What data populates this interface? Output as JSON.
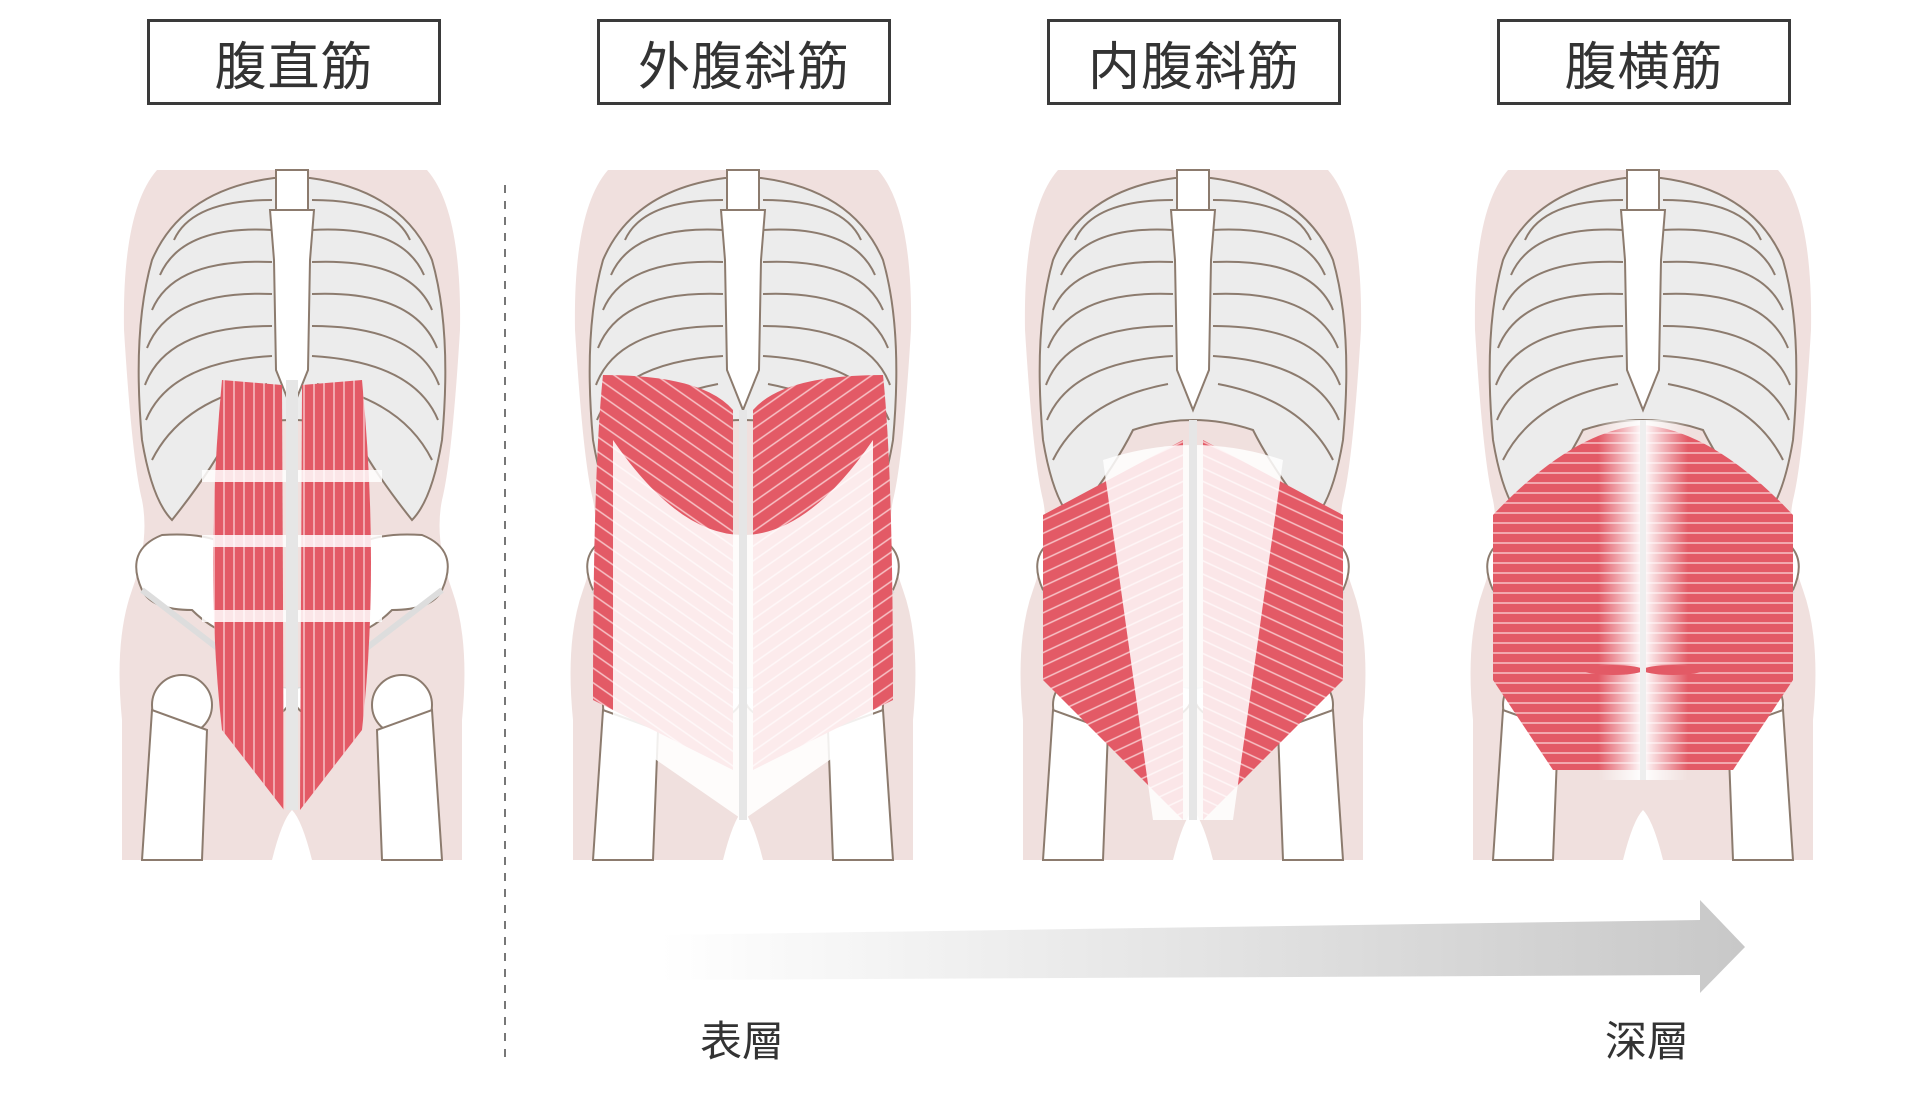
{
  "panels": [
    {
      "label": "腹直筋",
      "muscle": "rectus-abdominis"
    },
    {
      "label": "外腹斜筋",
      "muscle": "external-oblique"
    },
    {
      "label": "内腹斜筋",
      "muscle": "internal-oblique"
    },
    {
      "label": "腹横筋",
      "muscle": "transversus-abdominis"
    }
  ],
  "depth_scale": {
    "start_label": "表層",
    "end_label": "深層"
  },
  "colors": {
    "body": "#f0e0de",
    "bone": "#ffffff",
    "bone_outline": "#8c7b6e",
    "muscle": "#e35a66",
    "muscle_light": "#f3a4aa",
    "divider": "#777777",
    "arrow_start": "#ffffff",
    "arrow_end": "#c8c8c8",
    "text": "#333333"
  }
}
